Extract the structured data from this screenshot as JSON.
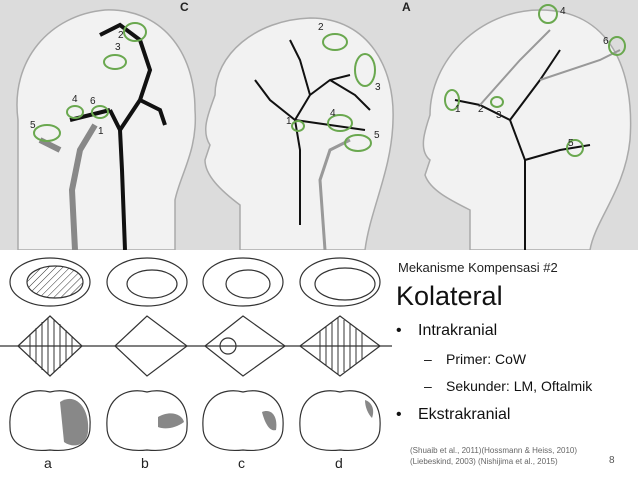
{
  "figure_top": {
    "panel_c_label": "C",
    "panel_a_label": "A",
    "markers_c": [
      "1",
      "2",
      "3",
      "4",
      "5",
      "6"
    ],
    "markers_mid": [
      "1",
      "2",
      "3",
      "4",
      "5"
    ],
    "markers_a": [
      "1",
      "2",
      "3",
      "4",
      "5",
      "6"
    ],
    "outline_color": "#6aa84f"
  },
  "figure_bottom": {
    "letters": [
      "a",
      "b",
      "c",
      "d"
    ]
  },
  "slide": {
    "subtitle": "Mekanisme Kompensasi #2",
    "title": "Kolateral",
    "bullets": [
      {
        "symbol": "•",
        "text": "Intrakranial"
      },
      {
        "symbol": "–",
        "text": "Primer: CoW"
      },
      {
        "symbol": "–",
        "text": "Sekunder: LM, Oftalmik"
      },
      {
        "symbol": "•",
        "text": "Ekstrakranial"
      }
    ],
    "citation_line1": "(Shuaib et al., 2011)(Hossmann & Heiss, 2010)",
    "citation_line2": "(Liebeskind, 2003) (Nishijima et al., 2015)",
    "page_number": "8"
  }
}
